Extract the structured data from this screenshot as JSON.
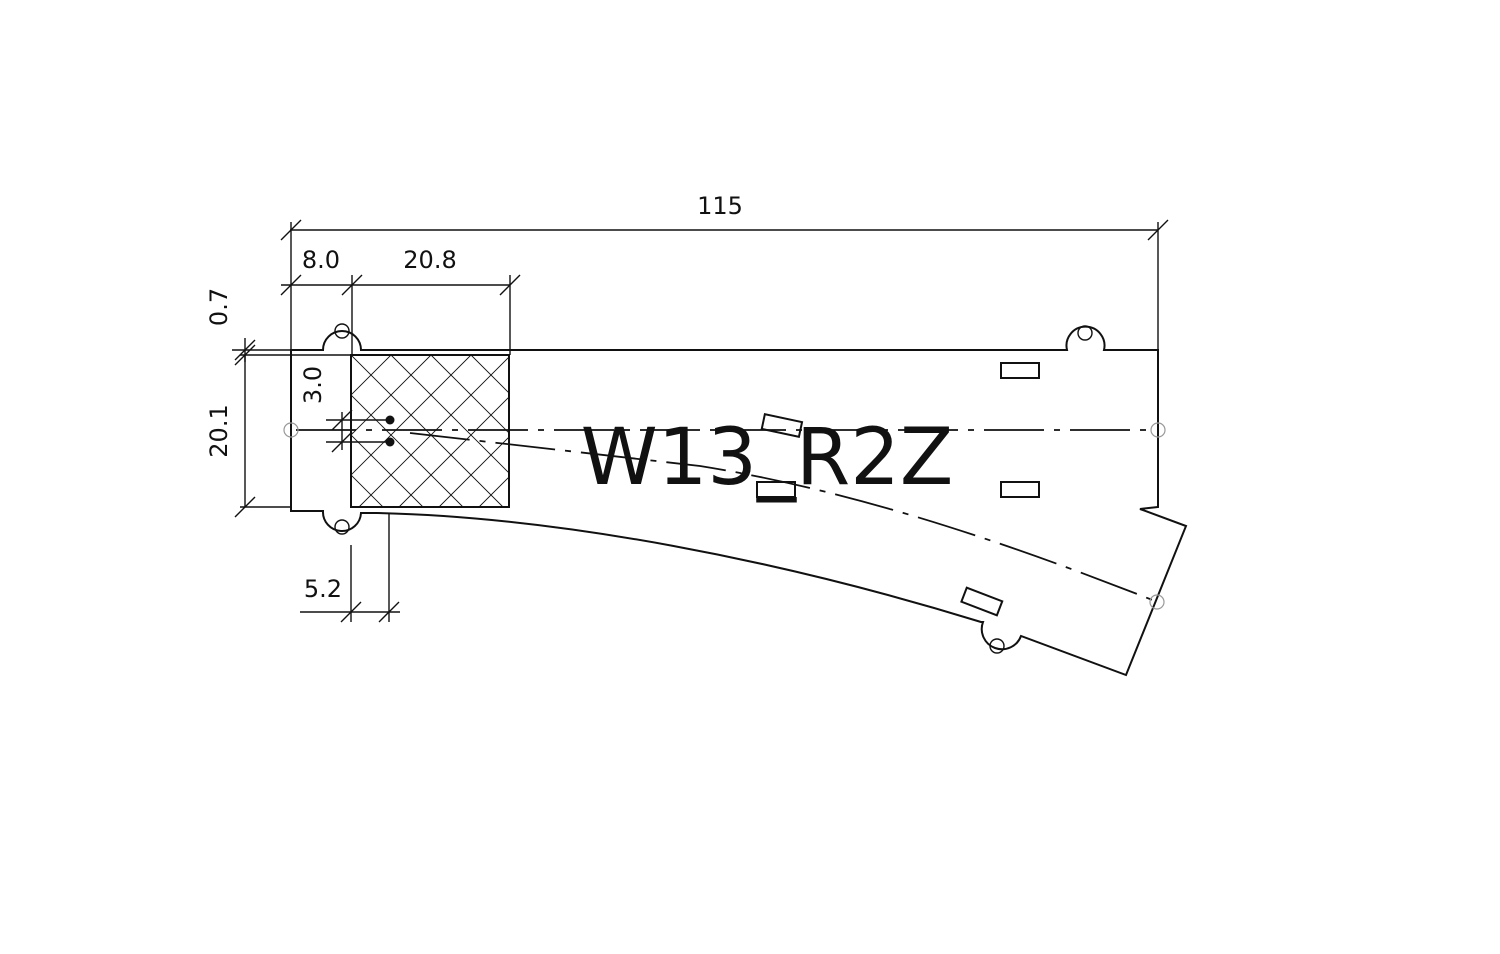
{
  "part_label": "W13_R2Z",
  "dimensions": {
    "overall_length": "115",
    "end_offset": "8.0",
    "block_length": "20.8",
    "top_gap": "0.7",
    "width": "20.1",
    "pin_spacing": "3.0",
    "lower_offset": "5.2"
  }
}
